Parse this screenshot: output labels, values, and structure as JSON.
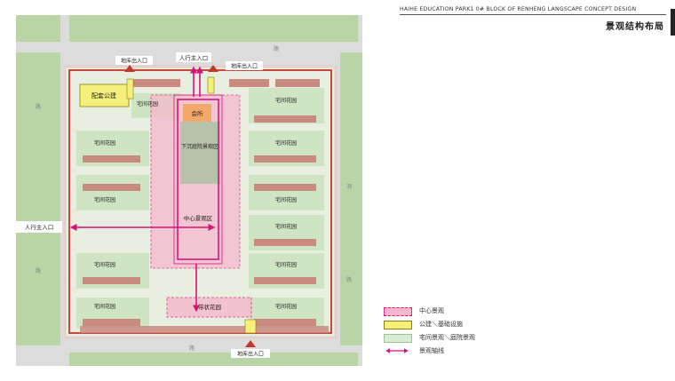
{
  "header": {
    "project": "HAIHE  EDUCATION  PARK1 0# BLOCK OF RENHENG  LANGSCAPE  CONCEPT DESIGN",
    "title": "景观结构布局"
  },
  "map": {
    "entrance_labels": {
      "garage_top_left": "地库出入口",
      "pedestrian_top": "人行主入口",
      "garage_top_right": "地库出入口",
      "pedestrian_left": "人行主入口",
      "garage_bottom": "地库出入口"
    },
    "zone_labels": {
      "public_building": "配套公建",
      "clubhouse": "会所",
      "sunken_courtyard": "下沉庭院景观区",
      "central_landscape": "中心景观区",
      "belt_garden": "带状花园"
    },
    "garden_label": "宅间花园",
    "road_chars": {
      "top": "路",
      "left_a": "路",
      "left_b": "路",
      "right": "洞",
      "right_b": "路",
      "bottom": "路"
    }
  },
  "legend": [
    {
      "label": "中心景观",
      "color": "#f5b8cc"
    },
    {
      "label": "公建＼基础设施",
      "color": "#f6f07a"
    },
    {
      "label": "宅间景观＼庭院景观",
      "color": "#d8ebd4"
    },
    {
      "label": "景观轴线",
      "color": "#d4157a"
    }
  ],
  "colors": {
    "axis": "#d4157a",
    "boundary": "#c0392b",
    "building": "#c98a80",
    "road": "#d9d9d9",
    "green": "#b6d6a4"
  }
}
